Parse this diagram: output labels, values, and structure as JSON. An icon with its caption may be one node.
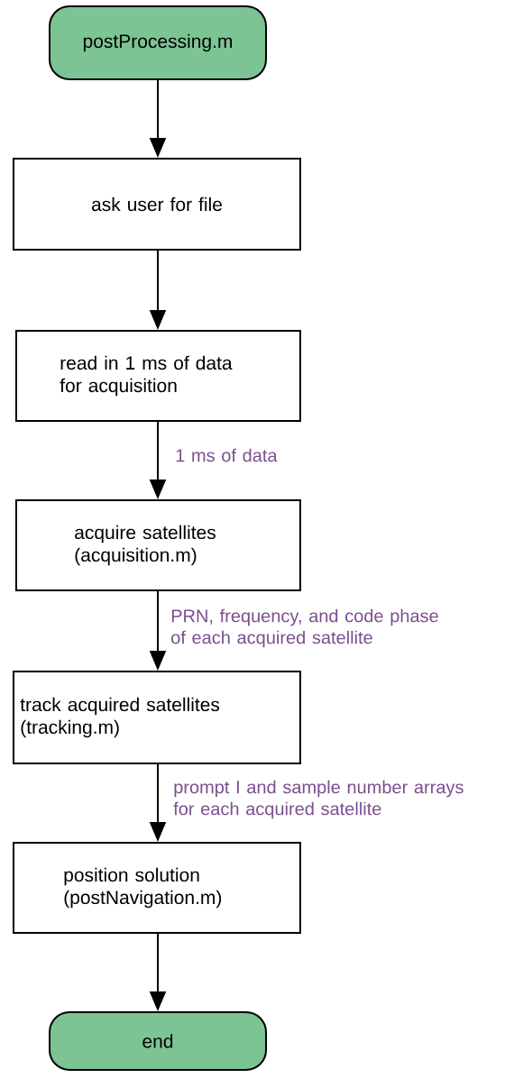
{
  "diagram": {
    "nodes": [
      {
        "text": [
          "postProcessing.m"
        ]
      },
      {
        "text": [
          "ask user for file"
        ]
      },
      {
        "text": [
          "read in 1 ms of data for acquisition"
        ]
      },
      {
        "text": [
          "acquire satellites (acquisition.m)"
        ]
      },
      {
        "text": [
          "track acquired satellites (tracking.m)"
        ]
      },
      {
        "text": [
          "position solution (postNavigation.m)"
        ]
      },
      {
        "text": [
          "end"
        ]
      }
    ],
    "edges": [
      {
        "from": 0,
        "to": 1,
        "arrow": "to"
      },
      {
        "from": 1,
        "to": 2,
        "arrow": "to"
      },
      {
        "from": 2,
        "to": 3,
        "arrow": "to",
        "label": "1 ms of data"
      },
      {
        "from": 3,
        "to": 4,
        "arrow": "to",
        "label": "PRN, frequency, and code phase of each acquired satellite"
      },
      {
        "from": 4,
        "to": 5,
        "arrow": "to",
        "label": "prompt I and sample number arrays for each acquired satellite"
      },
      {
        "from": 5,
        "to": 6,
        "arrow": "to"
      }
    ]
  }
}
